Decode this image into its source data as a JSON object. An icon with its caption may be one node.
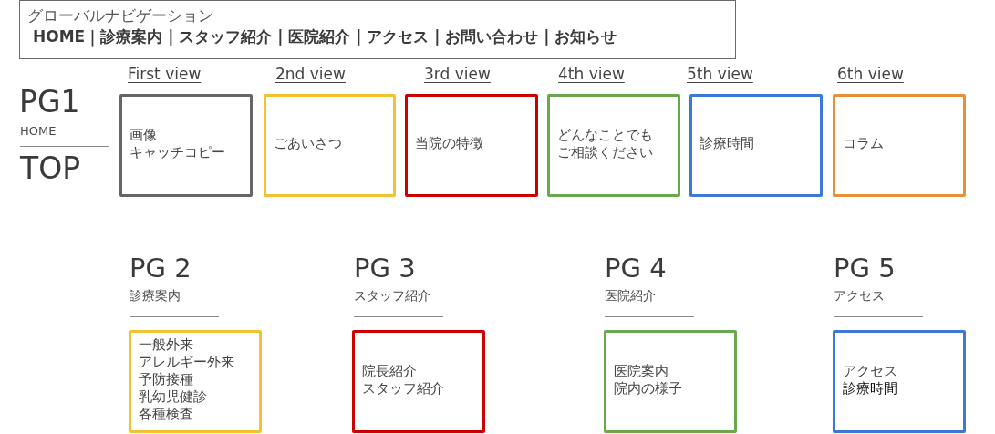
{
  "diagram": {
    "nodes": [
      {
        "text": [
          "グローバルナビゲーション",
          "HOME｜診療案内 | スタッフ紹介 | 医院紹介 | アクセス | お問い合わせ | お知らせ"
        ]
      },
      {
        "text": [
          "画像",
          "キャッチコピー"
        ],
        "beside": [
          "First view"
        ]
      },
      {
        "text": [
          "ごあいさつ"
        ],
        "beside": [
          "2nd view"
        ]
      },
      {
        "text": [
          "当院の特徴"
        ],
        "beside": [
          "3rd view"
        ]
      },
      {
        "text": [
          "どんなことでもご相談ください"
        ],
        "beside": [
          "4th view"
        ]
      },
      {
        "text": [
          "診療時間"
        ],
        "beside": [
          "5th view"
        ]
      },
      {
        "text": [
          "コラム"
        ],
        "beside": [
          "6th view"
        ]
      },
      {
        "text": [
          "一般外来",
          "アレルギー外来",
          "予防接種",
          "乳幼児健診",
          "各種検査"
        ],
        "beside": [
          "PG 2",
          "診療案内"
        ]
      },
      {
        "text": [
          "院長紹介",
          "スタッフ紹介"
        ],
        "beside": [
          "PG 3",
          "スタッフ紹介"
        ]
      },
      {
        "text": [
          "医院案内",
          "院内の様子"
        ],
        "beside": [
          "PG 4",
          "医院紹介"
        ]
      },
      {
        "text": [
          "アクセス",
          "診療時間"
        ],
        "beside": [
          "PG 5",
          "アクセス"
        ]
      }
    ],
    "labels": [
      "PG1",
      "HOME",
      "TOP"
    ]
  }
}
